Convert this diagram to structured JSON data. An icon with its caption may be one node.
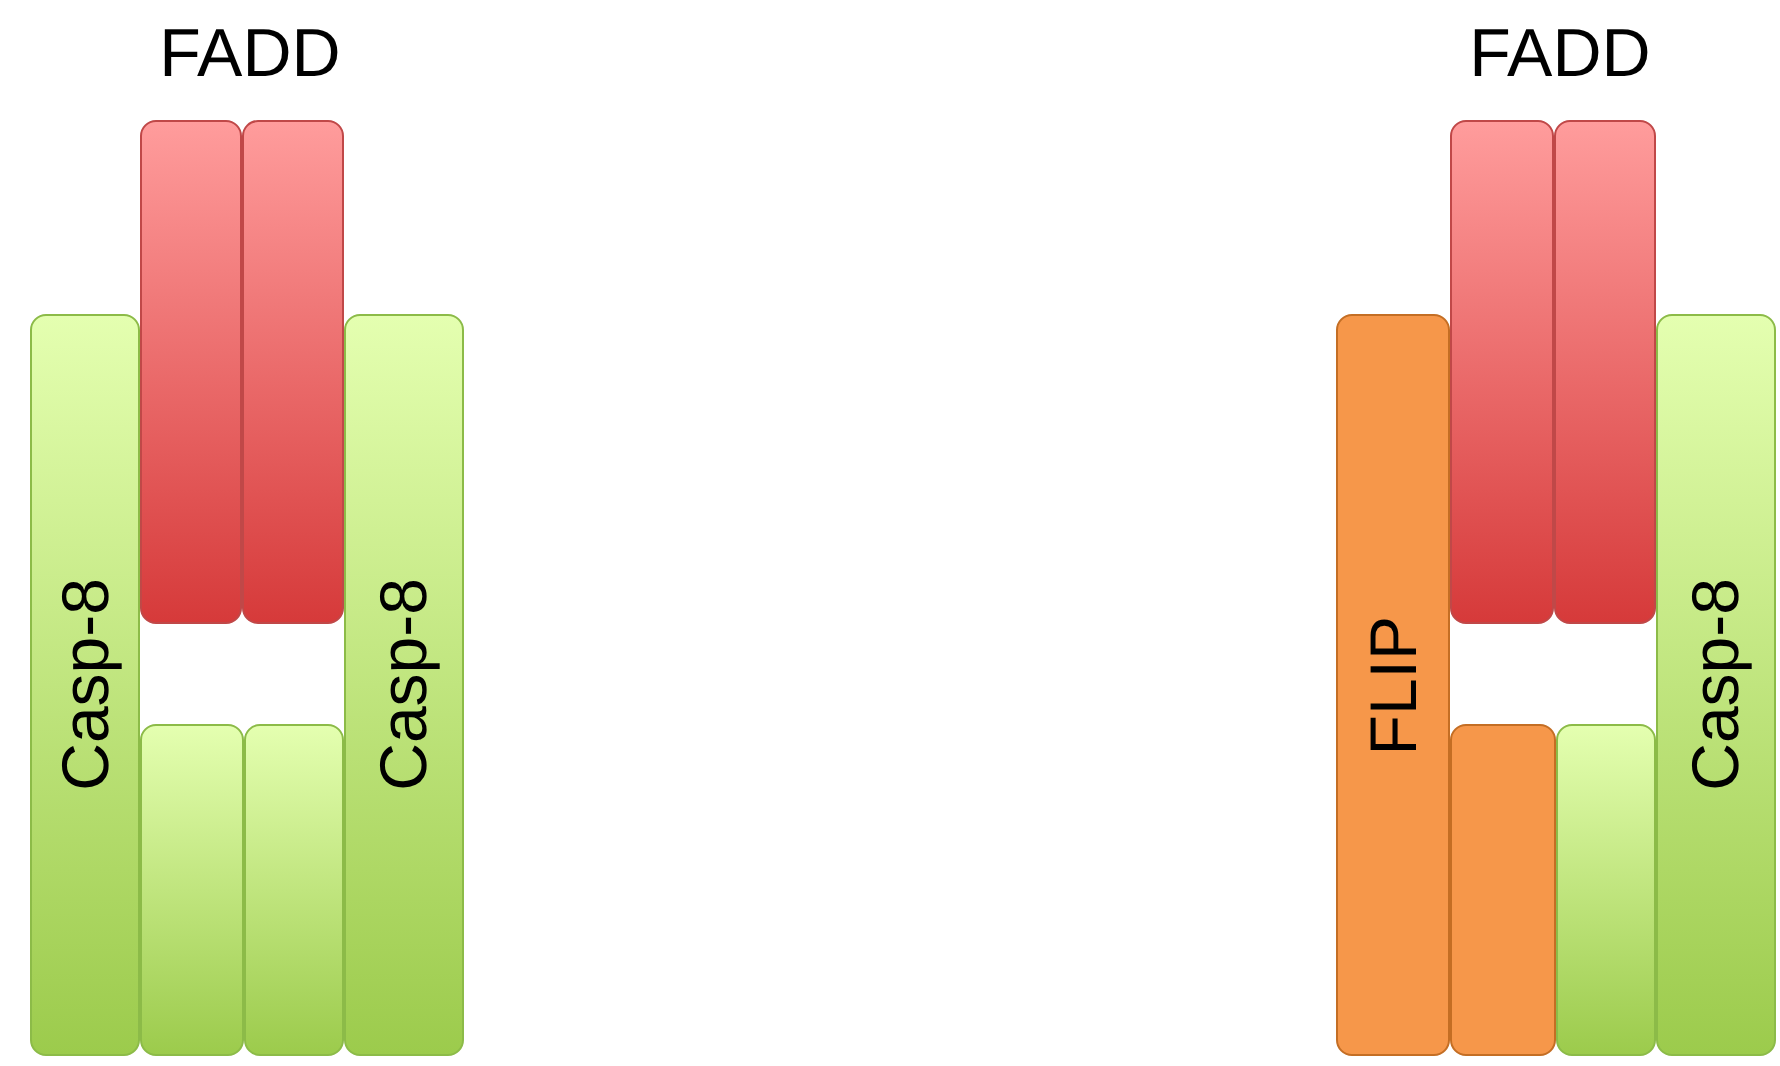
{
  "diagram": {
    "nodes": [
      {
        "text": [
          "Casp-8"
        ]
      },
      {
        "text": [],
        "shape": "bar"
      },
      {
        "text": [],
        "shape": "bar"
      },
      {
        "text": [],
        "shape": "bar"
      },
      {
        "text": [],
        "shape": "bar"
      },
      {
        "text": [
          "Casp-8"
        ]
      },
      {
        "text": [
          "FLIP"
        ]
      },
      {
        "text": [],
        "shape": "bar"
      },
      {
        "text": [],
        "shape": "bar"
      },
      {
        "text": [],
        "shape": "bar"
      },
      {
        "text": [],
        "shape": "bar"
      },
      {
        "text": [
          "Casp-8"
        ]
      }
    ],
    "labels": [
      "FADD",
      "FADD"
    ]
  }
}
